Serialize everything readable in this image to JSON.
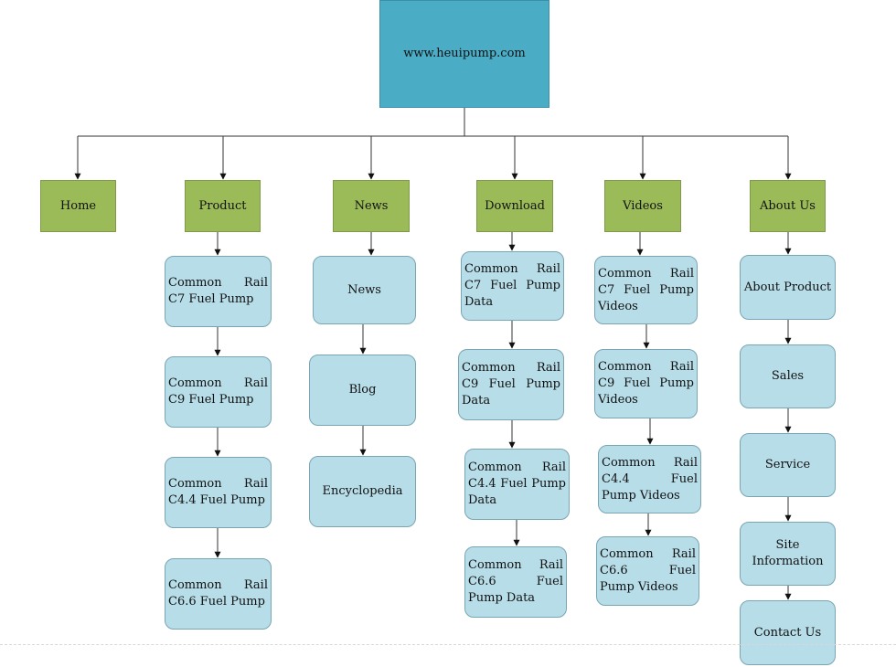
{
  "root": {
    "label": "www.heuipump.com"
  },
  "categories": {
    "home": {
      "label": "Home"
    },
    "product": {
      "label": "Product",
      "items": [
        "Common Rail C7 Fuel Pump",
        "Common Rail C9 Fuel Pump",
        "Common Rail C4.4 Fuel Pump",
        "Common Rail C6.6 Fuel Pump"
      ]
    },
    "news": {
      "label": "News",
      "items": [
        "News",
        "Blog",
        "Encyclopedia"
      ]
    },
    "download": {
      "label": "Download",
      "items": [
        "Common Rail C7 Fuel Pump Data",
        "Common Rail C9 Fuel Pump Data",
        "Common Rail C4.4 Fuel Pump Data",
        "Common Rail C6.6 Fuel Pump Data"
      ]
    },
    "videos": {
      "label": "Videos",
      "items": [
        "Common Rail C7 Fuel Pump Videos",
        "Common Rail C9 Fuel Pump Videos",
        "Common Rail C4.4 Fuel Pump Videos",
        "Common Rail C6.6 Fuel Pump Videos"
      ]
    },
    "about": {
      "label": "About Us",
      "items": [
        "About Product",
        "Sales",
        "Service",
        "Site Information",
        "Contact Us"
      ]
    }
  },
  "colors": {
    "root_fill": "#4bacc6",
    "category_fill": "#9bbb59",
    "leaf_fill": "#b7dde8",
    "connector": "#333333"
  }
}
